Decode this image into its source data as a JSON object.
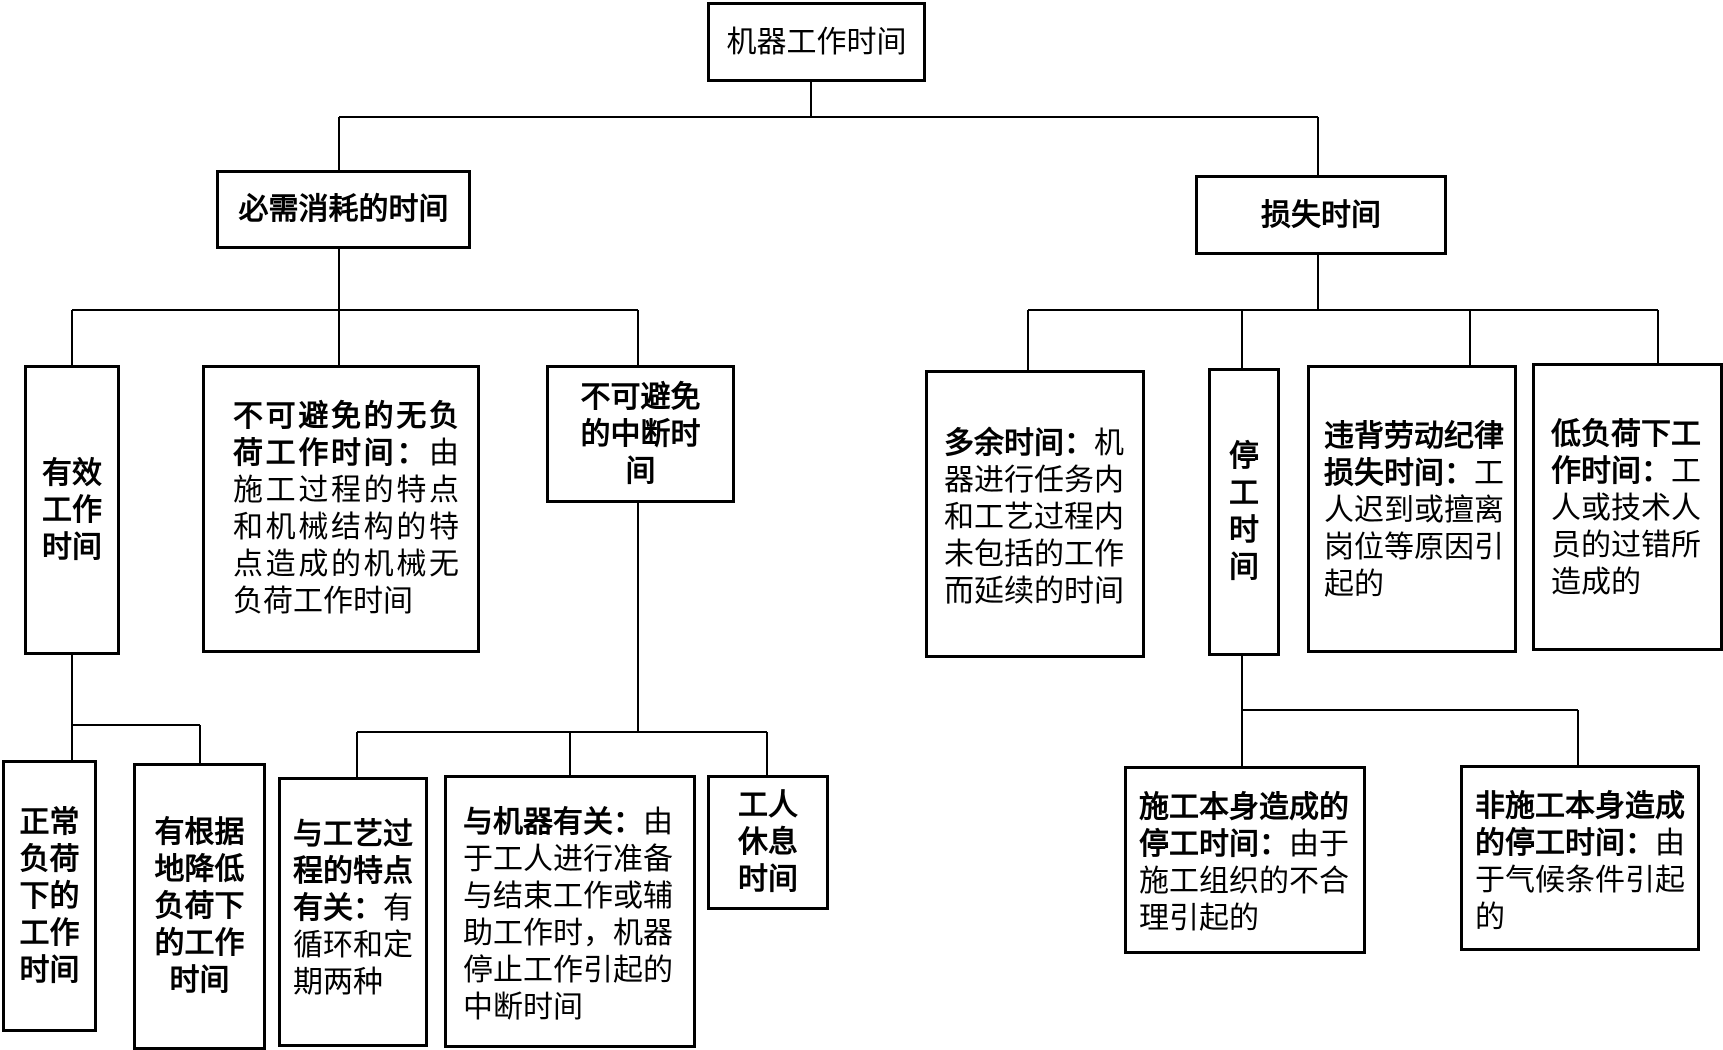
{
  "root": "机器工作时间",
  "necessary": {
    "label": "必需消耗的时间",
    "effective": {
      "label": "有效工作时间",
      "normal": "正常负荷下的工作时间",
      "reduced": "有根据地降低负荷下的工作时间"
    },
    "no_load": {
      "title": "不可避免的无负荷工作时间：",
      "desc": "由施工过程的特点和机械结构的特点造成的机械无负荷工作时间"
    },
    "interruption": {
      "label": "不可避免的中断时间",
      "process": {
        "title": "与工艺过程的特点有关：",
        "desc": "有循环和定期两种"
      },
      "machine": {
        "title": "与机器有关：",
        "desc": "由于工人进行准备与结束工作或辅助工作时，机器停止工作引起的中断时间"
      },
      "rest": "工人休息时间"
    }
  },
  "loss": {
    "label": "损失时间",
    "extra": {
      "title": "多余时间：",
      "desc": "机器进行任务内和工艺过程内未包括的工作而延续的时间"
    },
    "stoppage": {
      "label": "停工时间",
      "internal": {
        "title": "施工本身造成的停工时间：",
        "desc": "由于施工组织的不合理引起的"
      },
      "external": {
        "title": "非施工本身造成的停工时间：",
        "desc": "由于气候条件引起的"
      }
    },
    "discipline": {
      "title": "违背劳动纪律损失时间：",
      "desc": "工人迟到或擅离岗位等原因引起的"
    },
    "low_load": {
      "title": "低负荷下工作时间：",
      "desc": "工人或技术人员的过错所造成的"
    }
  }
}
